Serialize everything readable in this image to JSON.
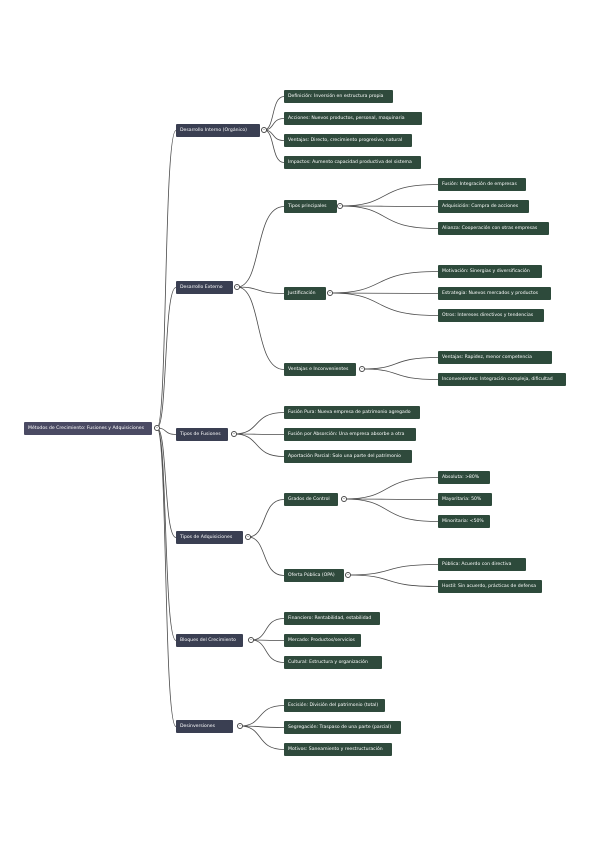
{
  "root": {
    "label": "Métodos de Crecimiento: Fusiones y Adquisiciones"
  },
  "branches": [
    {
      "id": "b1",
      "label": "Desarrollo Interno (Orgánico)",
      "children": [
        {
          "label": "Definición: Inversión en estructura propia"
        },
        {
          "label": "Acciones: Nuevos productos, personal, maquinaria"
        },
        {
          "label": "Ventajas: Directo, crecimiento progresivo, natural"
        },
        {
          "label": "Impactos: Aumento capacidad productiva del sistema"
        }
      ]
    },
    {
      "id": "b2",
      "label": "Desarrollo Externo",
      "children": [
        {
          "label": "Tipos principales",
          "children": [
            {
              "label": "Fusión: Integración de empresas"
            },
            {
              "label": "Adquisición: Compra de acciones"
            },
            {
              "label": "Alianza: Cooperación con otras empresas"
            }
          ]
        },
        {
          "label": "Justificación",
          "children": [
            {
              "label": "Motivación: Sinergias y diversificación"
            },
            {
              "label": "Estrategia: Nuevos mercados y productos"
            },
            {
              "label": "Otros: Intereses directivos y tendencias"
            }
          ]
        },
        {
          "label": "Ventajas e Inconvenientes",
          "children": [
            {
              "label": "Ventajas: Rapidez, menor competencia"
            },
            {
              "label": "Inconvenientes: Integración compleja, dificultad"
            }
          ]
        }
      ]
    },
    {
      "id": "b3",
      "label": "Tipos de Fusiones",
      "children": [
        {
          "label": "Fusión Pura: Nueva empresa de patrimonio agregado"
        },
        {
          "label": "Fusión por Absorción: Una empresa absorbe a otra"
        },
        {
          "label": "Aportación Parcial: Solo una parte del patrimonio"
        }
      ]
    },
    {
      "id": "b4",
      "label": "Tipos de Adquisiciones",
      "children": [
        {
          "label": "Grados de Control",
          "children": [
            {
              "label": "Absoluta: >80%"
            },
            {
              "label": "Mayoritaria: 50%"
            },
            {
              "label": "Minoritaria: <50%"
            }
          ]
        },
        {
          "label": "Oferta Pública (OPA)",
          "children": [
            {
              "label": "Pública: Acuerdo con directiva"
            },
            {
              "label": "Hostil: Sin acuerdo, prácticas de defensa"
            }
          ]
        }
      ]
    },
    {
      "id": "b5",
      "label": "Bloques del Crecimiento",
      "children": [
        {
          "label": "Financiero: Rentabilidad, estabilidad"
        },
        {
          "label": "Mercado: Productos/servicios"
        },
        {
          "label": "Cultural: Estructura y organización"
        }
      ]
    },
    {
      "id": "b6",
      "label": "Desinversiones",
      "children": [
        {
          "label": "Escisión: División del patrimonio (total)"
        },
        {
          "label": "Segregación: Traspaso de una parte (parcial)"
        },
        {
          "label": "Motivos: Saneamiento y reestructuración"
        }
      ]
    }
  ],
  "colors": {
    "root": "#4a4a63",
    "level1": "#3a3f52",
    "level2": "#2f4a3c",
    "edge": "#4a4a4a"
  }
}
